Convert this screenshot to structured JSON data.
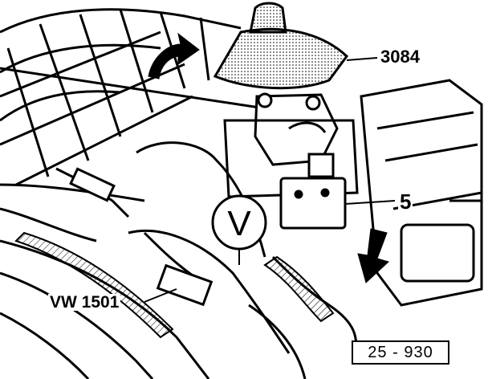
{
  "callouts": {
    "tool_gauge": "3084",
    "component": "5",
    "tool_meter": "VW 1501"
  },
  "symbols": {
    "voltmeter": "V"
  },
  "figure_number": "25 - 930",
  "icons": [
    "rotation-arrow-icon",
    "push-down-arrow-icon",
    "voltmeter-icon"
  ]
}
